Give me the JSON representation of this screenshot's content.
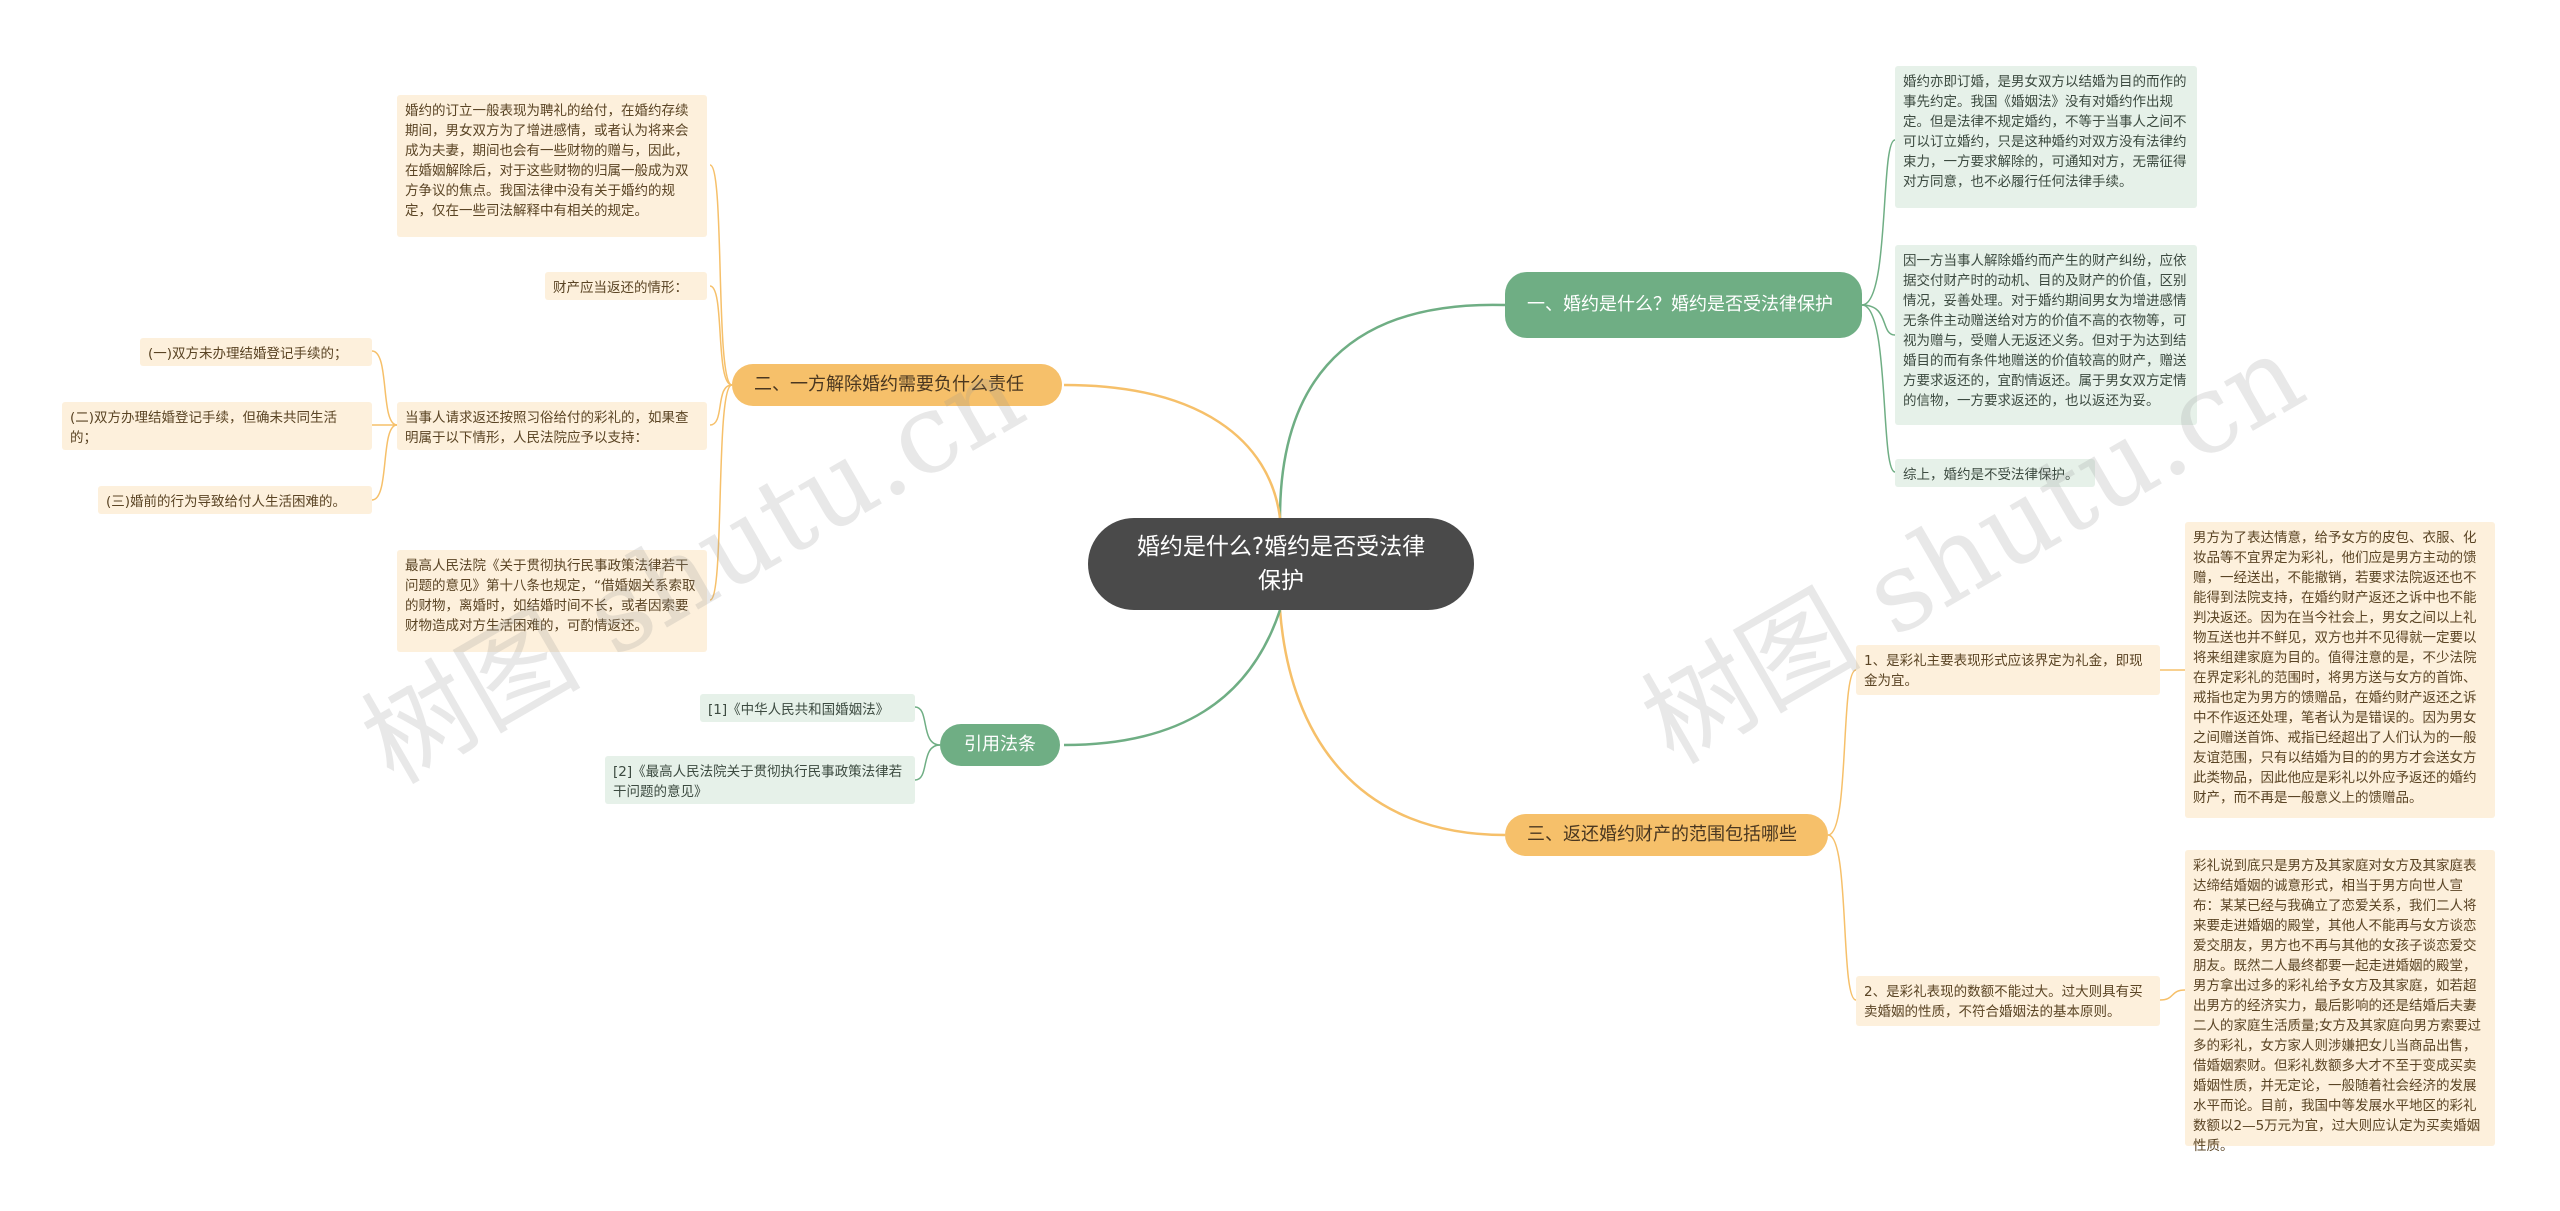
{
  "root": {
    "title": "婚约是什么?婚约是否受法律保护"
  },
  "branches": {
    "b1": {
      "label": "一、婚约是什么？婚约是否受法律保护",
      "leaves": [
        "婚约亦即订婚，是男女双方以结婚为目的而作的事先约定。我国《婚姻法》没有对婚约作出规定。但是法律不规定婚约，不等于当事人之间不可以订立婚约，只是这种婚约对双方没有法律约束力，一方要求解除的，可通知对方，无需征得对方同意，也不必履行任何法律手续。",
        "因一方当事人解除婚约而产生的财产纠纷，应依据交付财产时的动机、目的及财产的价值，区别情况，妥善处理。对于婚约期间男女为增进感情无条件主动赠送给对方的价值不高的衣物等，可视为赠与，受赠人无返还义务。但对于为达到结婚目的而有条件地赠送的价值较高的财产，赠送方要求返还的，宜酌情返还。属于男女双方定情的信物，一方要求返还的，也以返还为妥。",
        "综上，婚约是不受法律保护。"
      ]
    },
    "b2": {
      "label": "二、一方解除婚约需要负什么责任",
      "leaves": [
        "婚约的订立一般表现为聘礼的给付，在婚约存续期间，男女双方为了增进感情，或者认为将来会成为夫妻，期间也会有一些财物的赠与，因此，在婚姻解除后，对于这些财物的归属一般成为双方争议的焦点。我国法律中没有关于婚约的规定，仅在一些司法解释中有相关的规定。",
        "财产应当返还的情形：",
        "当事人请求返还按照习俗给付的彩礼的，如果查明属于以下情形，人民法院应予以支持：",
        "最高人民法院《关于贯彻执行民事政策法律若干问题的意见》第十八条也规定，“借婚姻关系索取的财物，离婚时，如结婚时间不长，或者因索要财物造成对方生活困难的，可酌情返还。"
      ],
      "sub": [
        "(一)双方未办理结婚登记手续的；",
        "(二)双方办理结婚登记手续，但确未共同生活的；",
        "(三)婚前的行为导致给付人生活困难的。"
      ]
    },
    "b3": {
      "label": "三、返还婚约财产的范围包括哪些",
      "leaves": [
        "1、是彩礼主要表现形式应该界定为礼金，即现金为宜。",
        "2、是彩礼表现的数额不能过大。过大则具有买卖婚姻的性质，不符合婚姻法的基本原则。"
      ],
      "details": [
        "男方为了表达情意，给予女方的皮包、衣服、化妆品等不宜界定为彩礼，他们应是男方主动的馈赠，一经送出，不能撤销，若要求法院返还也不能得到法院支持，在婚约财产返还之诉中也不能判决返还。因为在当今社会上，男女之间以上礼物互送也并不鲜见，双方也并不见得就一定要以将来组建家庭为目的。值得注意的是，不少法院在界定彩礼的范围时，将男方送与女方的首饰、戒指也定为男方的馈赠品，在婚约财产返还之诉中不作返还处理，笔者认为是错误的。因为男女之间赠送首饰、戒指已经超出了人们认为的一般友谊范围，只有以结婚为目的的男方才会送女方此类物品，因此他应是彩礼以外应予返还的婚约财产，而不再是一般意义上的馈赠品。",
        "彩礼说到底只是男方及其家庭对女方及其家庭表达缔结婚姻的诚意形式，相当于男方向世人宣布：某某已经与我确立了恋爱关系，我们二人将来要走进婚姻的殿堂，其他人不能再与女方谈恋爱交朋友，男方也不再与其他的女孩子谈恋爱交朋友。既然二人最终都要一起走进婚姻的殿堂，男方拿出过多的彩礼给予女方及其家庭，如若超出男方的经济实力，最后影响的还是结婚后夫妻二人的家庭生活质量;女方及其家庭向男方索要过多的彩礼，女方家人则涉嫌把女儿当商品出售，借婚姻索财。但彩礼数额多大才不至于变成买卖婚姻性质，并无定论，一般随着社会经济的发展水平而论。目前，我国中等发展水平地区的彩礼数额以2—5万元为宜，过大则应认定为买卖婚姻性质。"
      ]
    },
    "b4": {
      "label": "引用法条",
      "leaves": [
        "[1]《中华人民共和国婚姻法》",
        "[2]《最高人民法院关于贯彻执行民事政策法律若干问题的意见》"
      ]
    }
  },
  "watermarks": [
    "树图 shutu.cn",
    "树图 shutu.cn"
  ],
  "colors": {
    "green": "#6fae84",
    "orange": "#f6c06a",
    "root": "#4a4a4a",
    "leafGreen": "#e6f1e9",
    "leafOrange": "#fdf0dc"
  }
}
